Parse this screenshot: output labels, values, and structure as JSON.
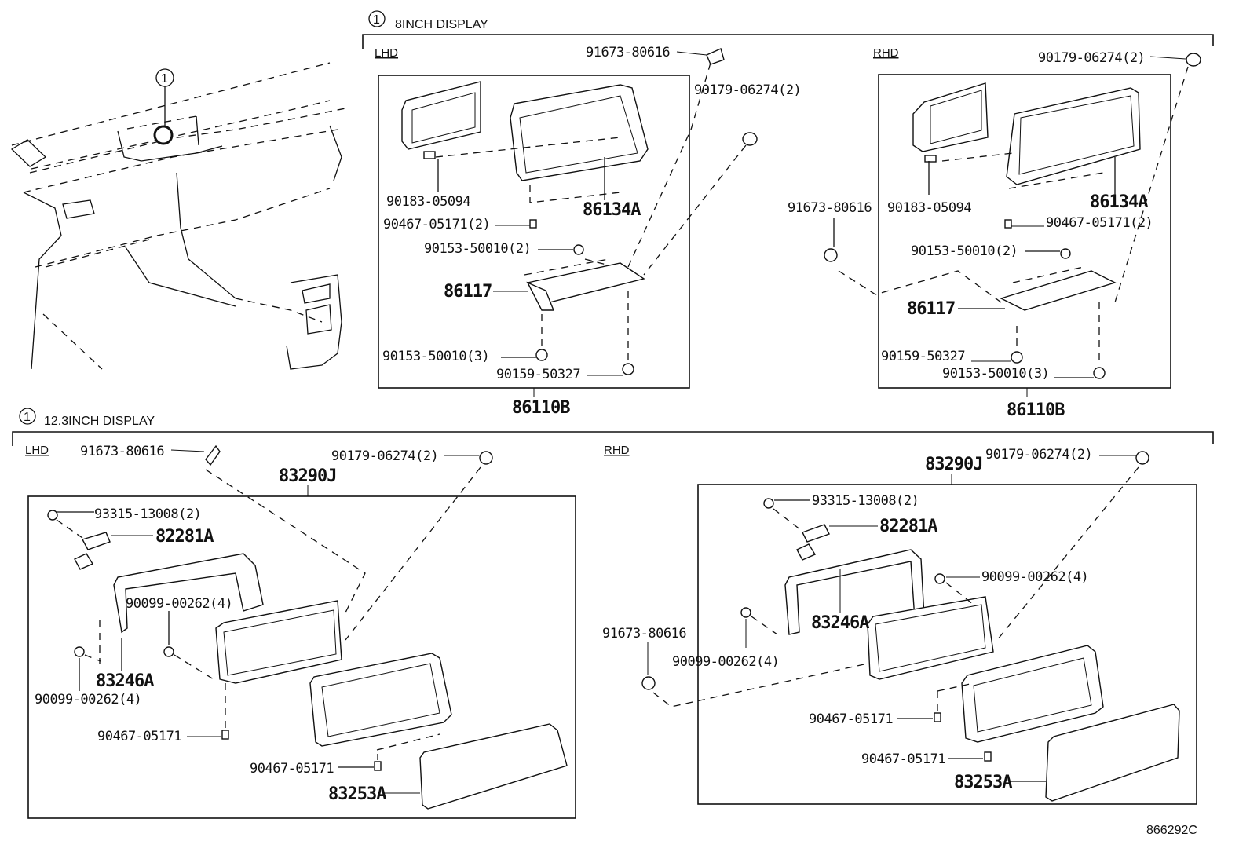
{
  "figure_code": "866292C",
  "locator": {
    "callout": "1"
  },
  "sections": {
    "inch8": {
      "callout": "1",
      "title": "8INCH DISPLAY",
      "lhd": {
        "side_label": "LHD",
        "assembly": "86110B",
        "parts": {
          "bolt_top": "91673-80616",
          "clip_top": "90179-06274(2)",
          "clip_small": "90183-05094",
          "bezel": "86134A",
          "nut_clip": "90467-05171(2)",
          "screw_upper": "90153-50010(2)",
          "bracket": "86117",
          "screw_lower": "90153-50010(3)",
          "bolt_lower": "90159-50327"
        }
      },
      "rhd": {
        "side_label": "RHD",
        "assembly": "86110B",
        "parts": {
          "clip_top": "90179-06274(2)",
          "bolt_side": "91673-80616",
          "clip_small": "90183-05094",
          "bezel": "86134A",
          "nut_clip": "90467-05171(2)",
          "screw_upper": "90153-50010(2)",
          "bracket": "86117",
          "bolt_lower": "90159-50327",
          "screw_lower": "90153-50010(3)"
        }
      }
    },
    "inch12": {
      "callout": "1",
      "title": "12.3INCH DISPLAY",
      "lhd": {
        "side_label": "LHD",
        "assembly": "83290J",
        "parts": {
          "bolt_top": "91673-80616",
          "clip_top": "90179-06274(2)",
          "screw_small": "93315-13008(2)",
          "harness": "82281A",
          "screw_mid": "90099-00262(4)",
          "bracket": "83246A",
          "screw_left": "90099-00262(4)",
          "nut_clip_a": "90467-05171",
          "nut_clip_b": "90467-05171",
          "glass": "83253A"
        }
      },
      "rhd": {
        "side_label": "RHD",
        "assembly": "83290J",
        "parts": {
          "clip_top": "90179-06274(2)",
          "screw_small": "93315-13008(2)",
          "harness": "82281A",
          "screw_mid": "90099-00262(4)",
          "bracket": "83246A",
          "bolt_side": "91673-80616",
          "screw_left": "90099-00262(4)",
          "nut_clip_a": "90467-05171",
          "nut_clip_b": "90467-05171",
          "glass": "83253A"
        }
      }
    }
  }
}
